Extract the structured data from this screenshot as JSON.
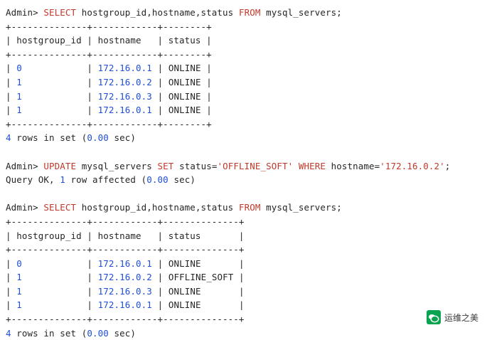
{
  "terminal": {
    "prompt": "Admin> ",
    "lines": [
      {
        "type": "command",
        "segments": [
          {
            "text": "Admin> ",
            "kind": "prompt"
          },
          {
            "text": "SELECT",
            "kind": "kw"
          },
          {
            "text": " hostgroup_id,hostname,status ",
            "kind": "plain"
          },
          {
            "text": "FROM",
            "kind": "kw"
          },
          {
            "text": " mysql_servers;",
            "kind": "plain"
          }
        ]
      },
      {
        "type": "output",
        "segments": [
          {
            "text": "+--------------+------------+--------+",
            "kind": "plain"
          }
        ]
      },
      {
        "type": "output",
        "segments": [
          {
            "text": "| hostgroup_id | hostname   | status |",
            "kind": "plain"
          }
        ]
      },
      {
        "type": "output",
        "segments": [
          {
            "text": "+--------------+------------+--------+",
            "kind": "plain"
          }
        ]
      },
      {
        "type": "output",
        "segments": [
          {
            "text": "| ",
            "kind": "plain"
          },
          {
            "text": "0",
            "kind": "num"
          },
          {
            "text": "            | ",
            "kind": "plain"
          },
          {
            "text": "172.16.0.1",
            "kind": "ip"
          },
          {
            "text": " | ONLINE |",
            "kind": "plain"
          }
        ]
      },
      {
        "type": "output",
        "segments": [
          {
            "text": "| ",
            "kind": "plain"
          },
          {
            "text": "1",
            "kind": "num"
          },
          {
            "text": "            | ",
            "kind": "plain"
          },
          {
            "text": "172.16.0.2",
            "kind": "ip"
          },
          {
            "text": " | ONLINE |",
            "kind": "plain"
          }
        ]
      },
      {
        "type": "output",
        "segments": [
          {
            "text": "| ",
            "kind": "plain"
          },
          {
            "text": "1",
            "kind": "num"
          },
          {
            "text": "            | ",
            "kind": "plain"
          },
          {
            "text": "172.16.0.3",
            "kind": "ip"
          },
          {
            "text": " | ONLINE |",
            "kind": "plain"
          }
        ]
      },
      {
        "type": "output",
        "segments": [
          {
            "text": "| ",
            "kind": "plain"
          },
          {
            "text": "1",
            "kind": "num"
          },
          {
            "text": "            | ",
            "kind": "plain"
          },
          {
            "text": "172.16.0.1",
            "kind": "ip"
          },
          {
            "text": " | ONLINE |",
            "kind": "plain"
          }
        ]
      },
      {
        "type": "output",
        "segments": [
          {
            "text": "+--------------+------------+--------+",
            "kind": "plain"
          }
        ]
      },
      {
        "type": "output",
        "segments": [
          {
            "text": "4",
            "kind": "num"
          },
          {
            "text": " rows in set (",
            "kind": "plain"
          },
          {
            "text": "0.00",
            "kind": "num"
          },
          {
            "text": " sec)",
            "kind": "plain"
          }
        ]
      },
      {
        "type": "blank",
        "segments": []
      },
      {
        "type": "command",
        "segments": [
          {
            "text": "Admin> ",
            "kind": "prompt"
          },
          {
            "text": "UPDATE",
            "kind": "kw"
          },
          {
            "text": " mysql_servers ",
            "kind": "plain"
          },
          {
            "text": "SET",
            "kind": "kw"
          },
          {
            "text": " status=",
            "kind": "plain"
          },
          {
            "text": "'OFFLINE_SOFT'",
            "kind": "str"
          },
          {
            "text": " ",
            "kind": "plain"
          },
          {
            "text": "WHERE",
            "kind": "kw"
          },
          {
            "text": " hostname=",
            "kind": "plain"
          },
          {
            "text": "'172.16.0.2'",
            "kind": "str"
          },
          {
            "text": ";",
            "kind": "plain"
          }
        ]
      },
      {
        "type": "output",
        "segments": [
          {
            "text": "Query OK, ",
            "kind": "plain"
          },
          {
            "text": "1",
            "kind": "num"
          },
          {
            "text": " row affected (",
            "kind": "plain"
          },
          {
            "text": "0.00",
            "kind": "num"
          },
          {
            "text": " sec)",
            "kind": "plain"
          }
        ]
      },
      {
        "type": "blank",
        "segments": []
      },
      {
        "type": "command",
        "segments": [
          {
            "text": "Admin> ",
            "kind": "prompt"
          },
          {
            "text": "SELECT",
            "kind": "kw"
          },
          {
            "text": " hostgroup_id,hostname,status ",
            "kind": "plain"
          },
          {
            "text": "FROM",
            "kind": "kw"
          },
          {
            "text": " mysql_servers;",
            "kind": "plain"
          }
        ]
      },
      {
        "type": "output",
        "segments": [
          {
            "text": "+--------------+------------+--------------+",
            "kind": "plain"
          }
        ]
      },
      {
        "type": "output",
        "segments": [
          {
            "text": "| hostgroup_id | hostname   | status       |",
            "kind": "plain"
          }
        ]
      },
      {
        "type": "output",
        "segments": [
          {
            "text": "+--------------+------------+--------------+",
            "kind": "plain"
          }
        ]
      },
      {
        "type": "output",
        "segments": [
          {
            "text": "| ",
            "kind": "plain"
          },
          {
            "text": "0",
            "kind": "num"
          },
          {
            "text": "            | ",
            "kind": "plain"
          },
          {
            "text": "172.16.0.1",
            "kind": "ip"
          },
          {
            "text": " | ONLINE       |",
            "kind": "plain"
          }
        ]
      },
      {
        "type": "output",
        "segments": [
          {
            "text": "| ",
            "kind": "plain"
          },
          {
            "text": "1",
            "kind": "num"
          },
          {
            "text": "            | ",
            "kind": "plain"
          },
          {
            "text": "172.16.0.2",
            "kind": "ip"
          },
          {
            "text": " | OFFLINE_SOFT |",
            "kind": "plain"
          }
        ]
      },
      {
        "type": "output",
        "segments": [
          {
            "text": "| ",
            "kind": "plain"
          },
          {
            "text": "1",
            "kind": "num"
          },
          {
            "text": "            | ",
            "kind": "plain"
          },
          {
            "text": "172.16.0.3",
            "kind": "ip"
          },
          {
            "text": " | ONLINE       |",
            "kind": "plain"
          }
        ]
      },
      {
        "type": "output",
        "segments": [
          {
            "text": "| ",
            "kind": "plain"
          },
          {
            "text": "1",
            "kind": "num"
          },
          {
            "text": "            | ",
            "kind": "plain"
          },
          {
            "text": "172.16.0.1",
            "kind": "ip"
          },
          {
            "text": " | ONLINE       |",
            "kind": "plain"
          }
        ]
      },
      {
        "type": "output",
        "segments": [
          {
            "text": "+--------------+------------+--------------+",
            "kind": "plain"
          }
        ]
      },
      {
        "type": "output",
        "segments": [
          {
            "text": "4",
            "kind": "num"
          },
          {
            "text": " rows in set (",
            "kind": "plain"
          },
          {
            "text": "0.00",
            "kind": "num"
          },
          {
            "text": " sec)",
            "kind": "plain"
          }
        ]
      }
    ]
  },
  "watermark": {
    "text": "运维之美",
    "logo": "wechat-logo-icon",
    "brand_color": "#0aa34f"
  },
  "colors": {
    "keyword": "#c0392b",
    "number": "#1f4ed8",
    "string": "#c0392b",
    "text": "#262626",
    "background": "#ffffff"
  }
}
